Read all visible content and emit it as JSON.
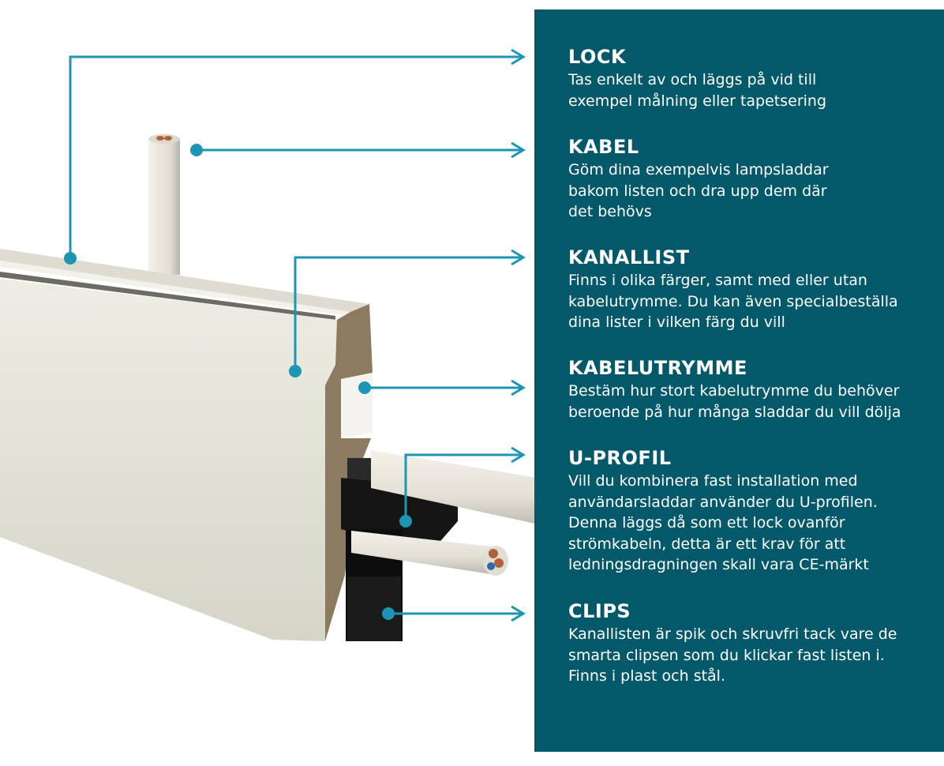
{
  "colors": {
    "panel": "#03596a",
    "callout": "#1c96b4",
    "skirting_face": "#e2e1d5",
    "mdf_core": "#8d7b61",
    "cable": "#e6e4da",
    "clip": "#141414"
  },
  "callouts": [
    {
      "title": "LOCK",
      "text": "Tas enkelt av och läggs på vid till\nexempel målning eller tapetsering"
    },
    {
      "title": "KABEL",
      "text": "Göm dina exempelvis lampsladdar\nbakom listen och dra upp dem där\ndet behövs"
    },
    {
      "title": "KANALLIST",
      "text": "Finns i olika färger, samt med eller utan\nkabelutrymme. Du kan även specialbeställa\ndina lister i vilken färg du vill"
    },
    {
      "title": "KABELUTRYMME",
      "text": "Bestäm hur stort kabelutrymme du behöver\nberoende på hur många sladdar du vill dölja"
    },
    {
      "title": "U-PROFIL",
      "text": "Vill du kombinera fast installation med\nanvändarsladdar använder du U-profilen.\nDenna läggs då som ett lock ovanför\nströmkabeln, detta är ett krav för att\nledningsdragningen skall vara CE-märkt"
    },
    {
      "title": "CLIPS",
      "text": "Kanallisten är spik och skruvfri tack vare de\nsmarta clipsen som du klickar fast listen i.\nFinns i plast och stål."
    }
  ]
}
